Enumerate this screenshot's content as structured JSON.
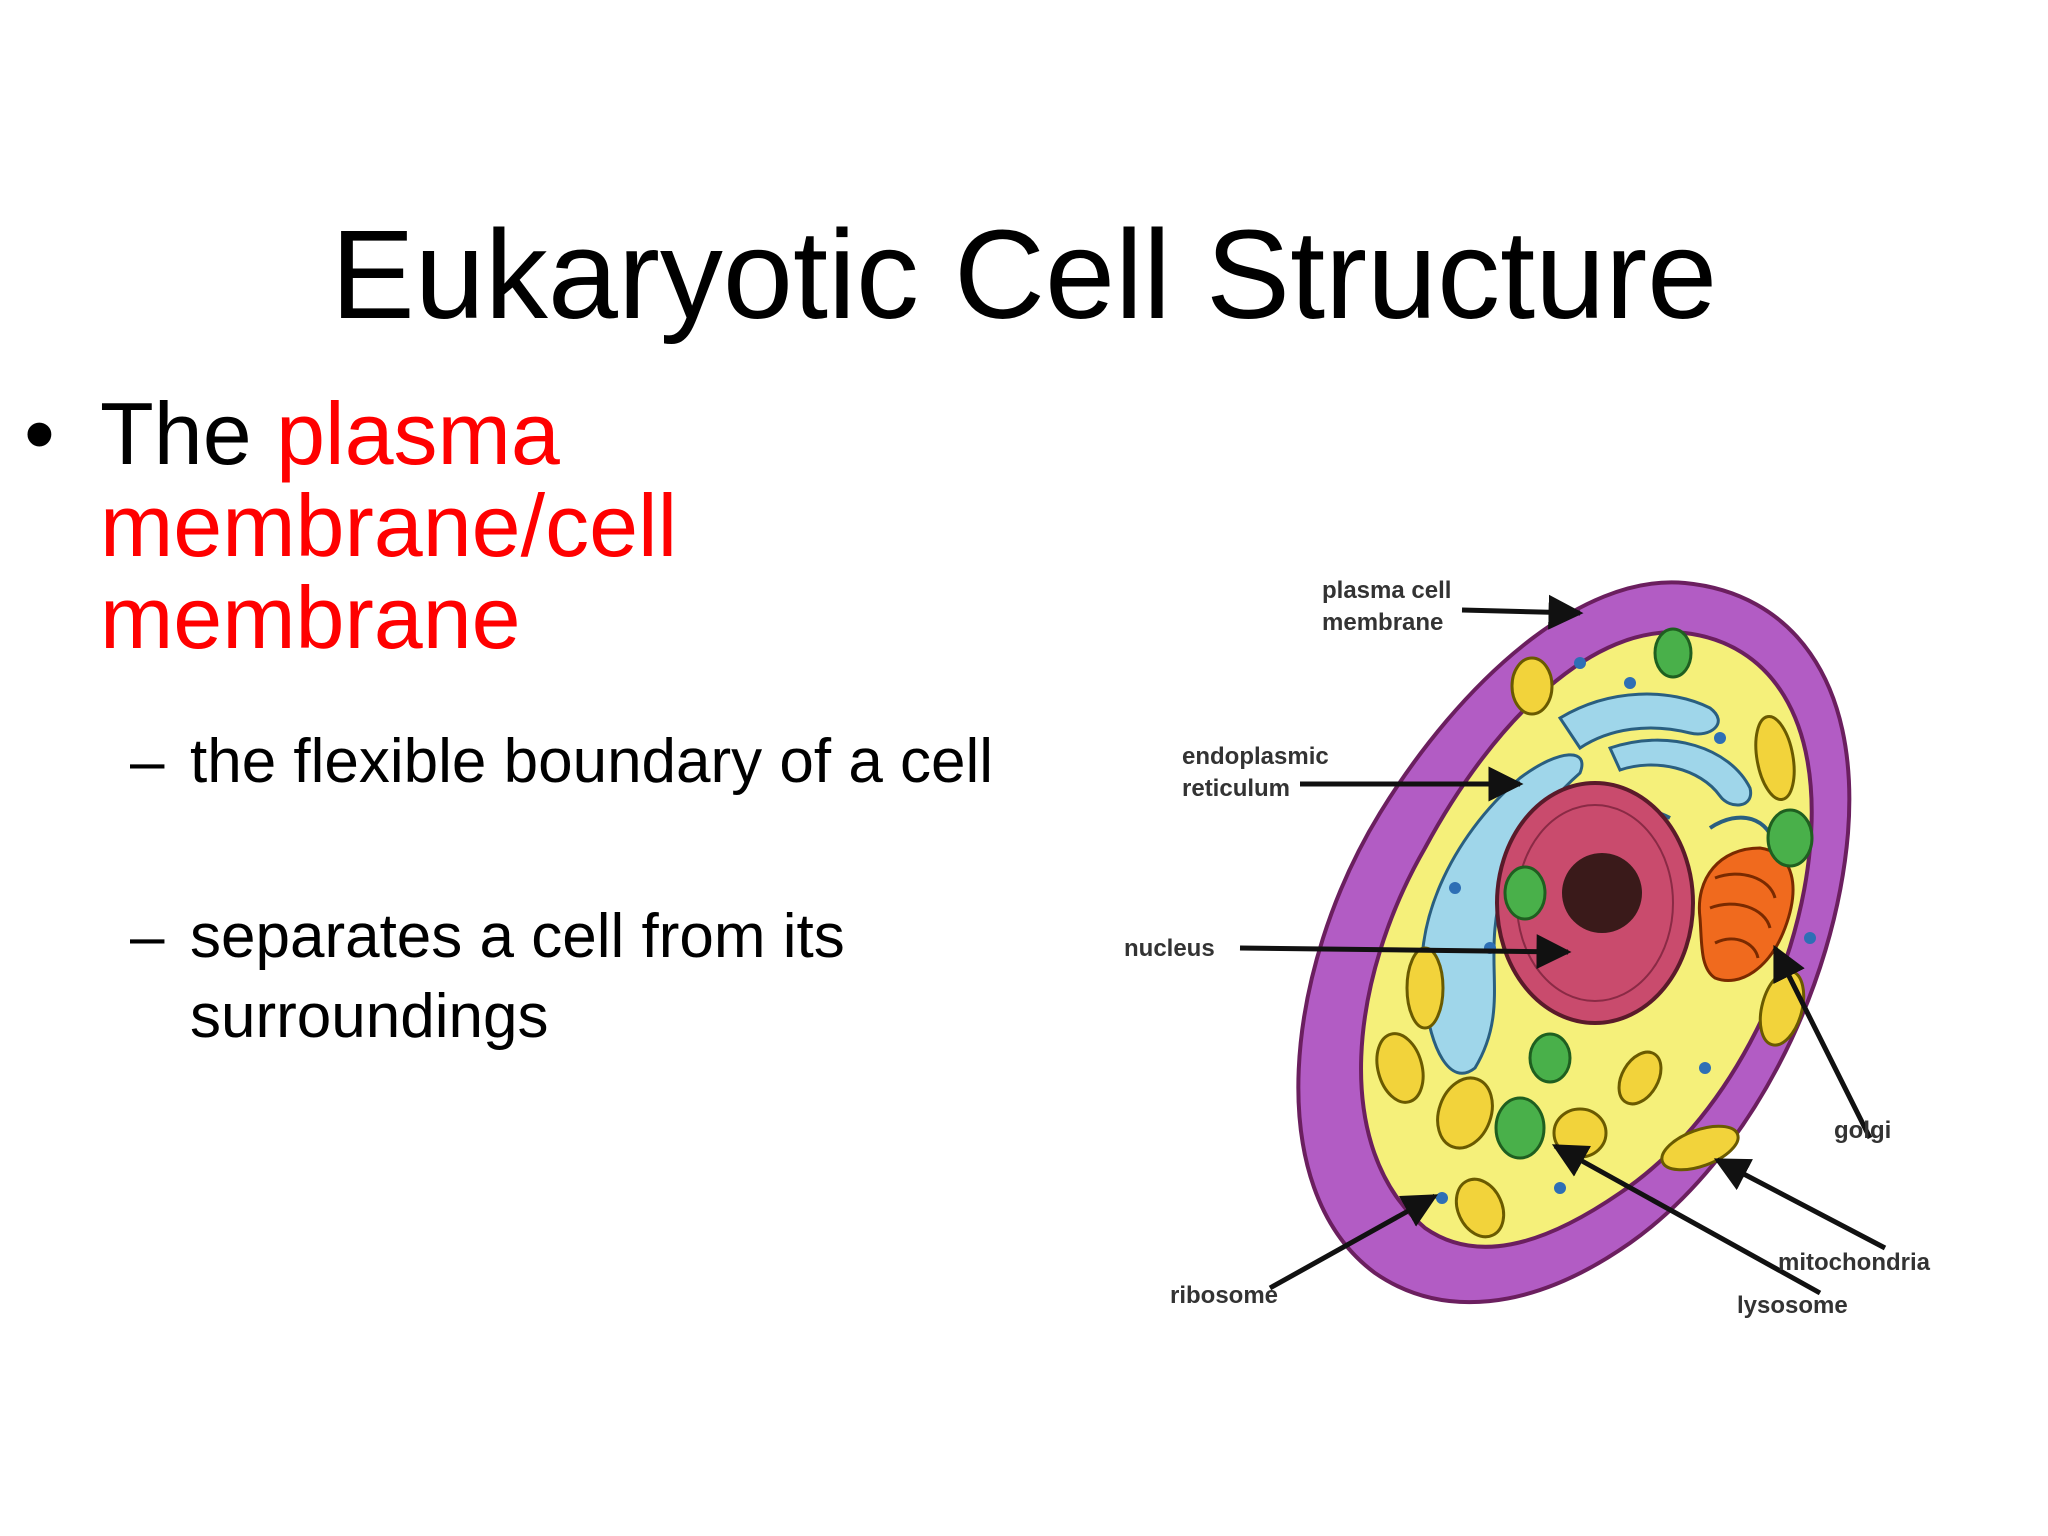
{
  "slide": {
    "title": "Eukaryotic Cell Structure",
    "bullet": {
      "marker": "•",
      "lead": "The ",
      "highlight": "plasma membrane/cell membrane",
      "highlight_color": "#ff0000"
    },
    "subpoints": [
      {
        "dash": "–",
        "text": " the flexible boundary  of a cell"
      },
      {
        "dash": "–",
        "text": "separates a cell from its surroundings"
      }
    ]
  },
  "diagram": {
    "labels": {
      "plasma_line1": "plasma cell",
      "plasma_line2": "membrane",
      "er_line1": "endoplasmic",
      "er_line2": "reticulum",
      "nucleus": "nucleus",
      "golgi": "golgi",
      "ribosome": "ribosome",
      "mitochondria": "mitochondria",
      "lysosome": "lysosome"
    },
    "colors": {
      "outer_membrane": "#b25cc4",
      "membrane_edge": "#6b1f5f",
      "cytoplasm": "#f5f07a",
      "er": "#9fd6ea",
      "nucleus": "#c94b6d",
      "nucleolus": "#3a1a1a",
      "golgi": "#f06a1e",
      "mitochondria": "#f2d33b",
      "lysosome": "#49b04a",
      "ribosome": "#2e6fb5"
    }
  }
}
